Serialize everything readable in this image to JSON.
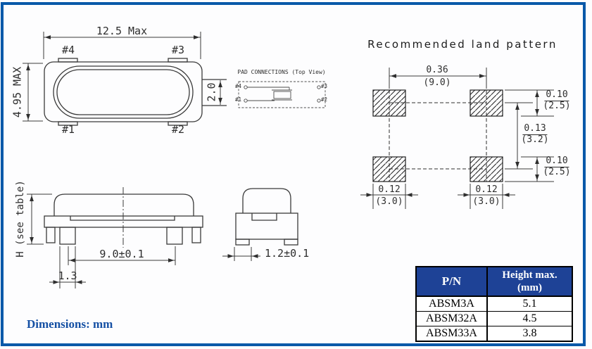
{
  "top_view": {
    "width_dim": "12.5 Max",
    "height_dim": "4.95 MAX",
    "pad_dim": "2.0",
    "pin1": "#1",
    "pin2": "#2",
    "pin3": "#3",
    "pin4": "#4"
  },
  "pad_connections": {
    "title": "PAD CONNECTIONS (Top View)",
    "pin1": "#1",
    "pin2": "#2",
    "pin3": "#3",
    "pin4": "#4"
  },
  "land_pattern": {
    "title": "Recommended land pattern",
    "pitch_x_in": "0.36",
    "pitch_x_mm": "(9.0)",
    "pad_h_top_in": "0.10",
    "pad_h_top_mm": "(2.5)",
    "pitch_y_in": "0.13",
    "pitch_y_mm": "(3.2)",
    "pad_h_bot_in": "0.10",
    "pad_h_bot_mm": "(2.5)",
    "pad_w_left_in": "0.12",
    "pad_w_left_mm": "(3.0)",
    "pad_w_right_in": "0.12",
    "pad_w_right_mm": "(3.0)"
  },
  "side_view": {
    "height_dim": "H (see table)",
    "span_dim": "9.0±0.1",
    "leg_dim": "1.3"
  },
  "end_view": {
    "width_dim": "1.2±0.1"
  },
  "spec_table": {
    "col1_header": "P/N",
    "col2_header_line1": "Height max.",
    "col2_header_line2": "(mm)",
    "rows": [
      {
        "pn": "ABSM3A",
        "height": "5.1"
      },
      {
        "pn": "ABSM32A",
        "height": "4.5"
      },
      {
        "pn": "ABSM33A",
        "height": "3.8"
      }
    ]
  },
  "footer": {
    "note": "Dimensions: mm"
  },
  "colors": {
    "frame": "#0959a9",
    "table_header_bg": "#1e4296",
    "note_text": "#1550a4"
  }
}
